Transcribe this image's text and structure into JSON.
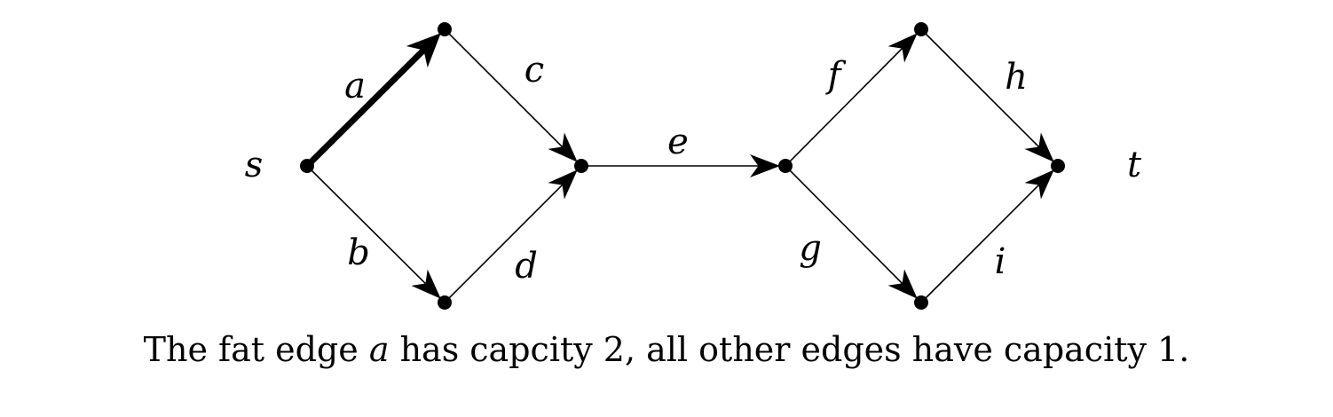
{
  "nodes": [
    {
      "id": "s",
      "label": "s"
    },
    {
      "id": "u",
      "label": ""
    },
    {
      "id": "w",
      "label": ""
    },
    {
      "id": "m",
      "label": ""
    },
    {
      "id": "n",
      "label": ""
    },
    {
      "id": "p",
      "label": ""
    },
    {
      "id": "q",
      "label": ""
    },
    {
      "id": "t",
      "label": "t"
    }
  ],
  "edges": [
    {
      "id": "a",
      "from": "s",
      "to": "u",
      "label": "a",
      "capacity": 2,
      "fat": true
    },
    {
      "id": "b",
      "from": "s",
      "to": "w",
      "label": "b",
      "capacity": 1,
      "fat": false
    },
    {
      "id": "c",
      "from": "u",
      "to": "m",
      "label": "c",
      "capacity": 1,
      "fat": false
    },
    {
      "id": "d",
      "from": "w",
      "to": "m",
      "label": "d",
      "capacity": 1,
      "fat": false
    },
    {
      "id": "e",
      "from": "m",
      "to": "n",
      "label": "e",
      "capacity": 1,
      "fat": false
    },
    {
      "id": "f",
      "from": "n",
      "to": "p",
      "label": "f",
      "capacity": 1,
      "fat": false
    },
    {
      "id": "g",
      "from": "n",
      "to": "q",
      "label": "g",
      "capacity": 1,
      "fat": false
    },
    {
      "id": "h",
      "from": "p",
      "to": "t",
      "label": "h",
      "capacity": 1,
      "fat": false
    },
    {
      "id": "i",
      "from": "q",
      "to": "t",
      "label": "i",
      "capacity": 1,
      "fat": false
    }
  ],
  "caption": {
    "prefix": "The fat edge ",
    "math": "a",
    "suffix": " has capcity 2, all other edges have capacity 1."
  }
}
